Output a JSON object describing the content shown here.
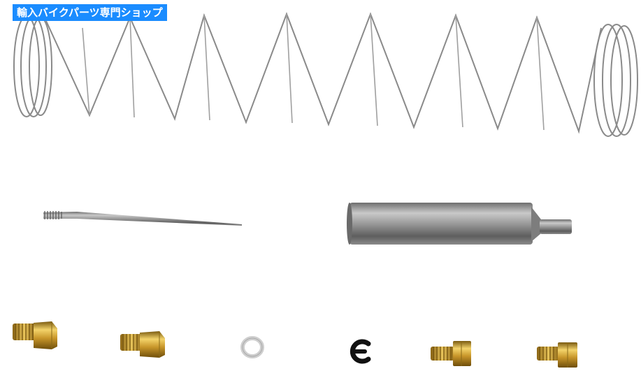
{
  "badge": {
    "text": "輸入バイクパーツ専門ショップ",
    "background": "#1a8cff",
    "color": "#ffffff"
  },
  "product": {
    "parts": [
      "spring",
      "jet-needle",
      "needle-jet",
      "main-jet",
      "main-jet",
      "o-ring",
      "e-clip",
      "pilot-jet",
      "pilot-jet"
    ]
  }
}
